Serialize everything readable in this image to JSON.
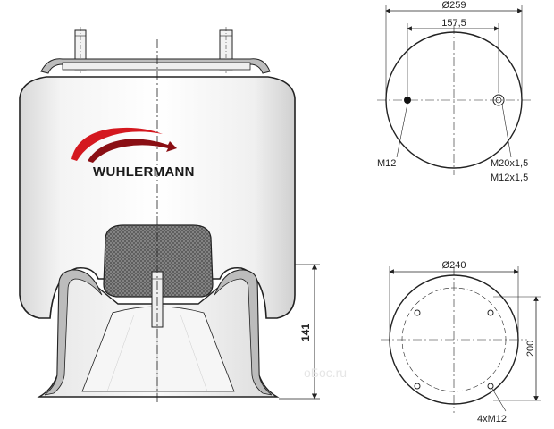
{
  "logo": {
    "brand": "WUHLERMANN"
  },
  "side_view": {
    "height_label": "141"
  },
  "top_plate": {
    "outer_diameter_label": "Ø259",
    "bolt_spacing_label": "157,5",
    "left_thread_label": "M12",
    "right_thread_label_1": "M20x1,5",
    "right_thread_label_2": "M12x1,5"
  },
  "bottom_plate": {
    "outer_diameter_label": "Ø240",
    "height_label": "200",
    "holes_label": "4xM12"
  },
  "watermark": {
    "text": "оБос.ru"
  }
}
